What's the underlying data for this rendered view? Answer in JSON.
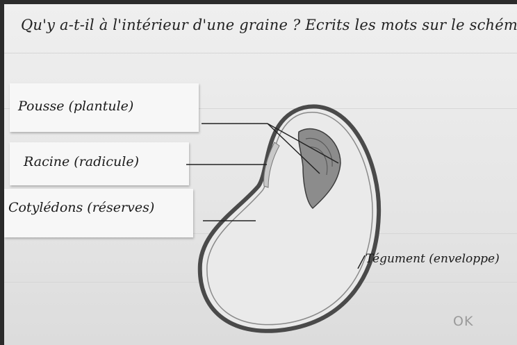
{
  "question": "Qu'y a-t-il à l'intérieur d'une graine ? Ecrits les mots sur le schéma.",
  "labels": {
    "pousse": "Pousse (plantule)",
    "racine": "Racine (radicule)",
    "cotyledons": "Cotylédons (réserves)",
    "tegument": "Tégument (enveloppe)"
  },
  "grade": "OK"
}
